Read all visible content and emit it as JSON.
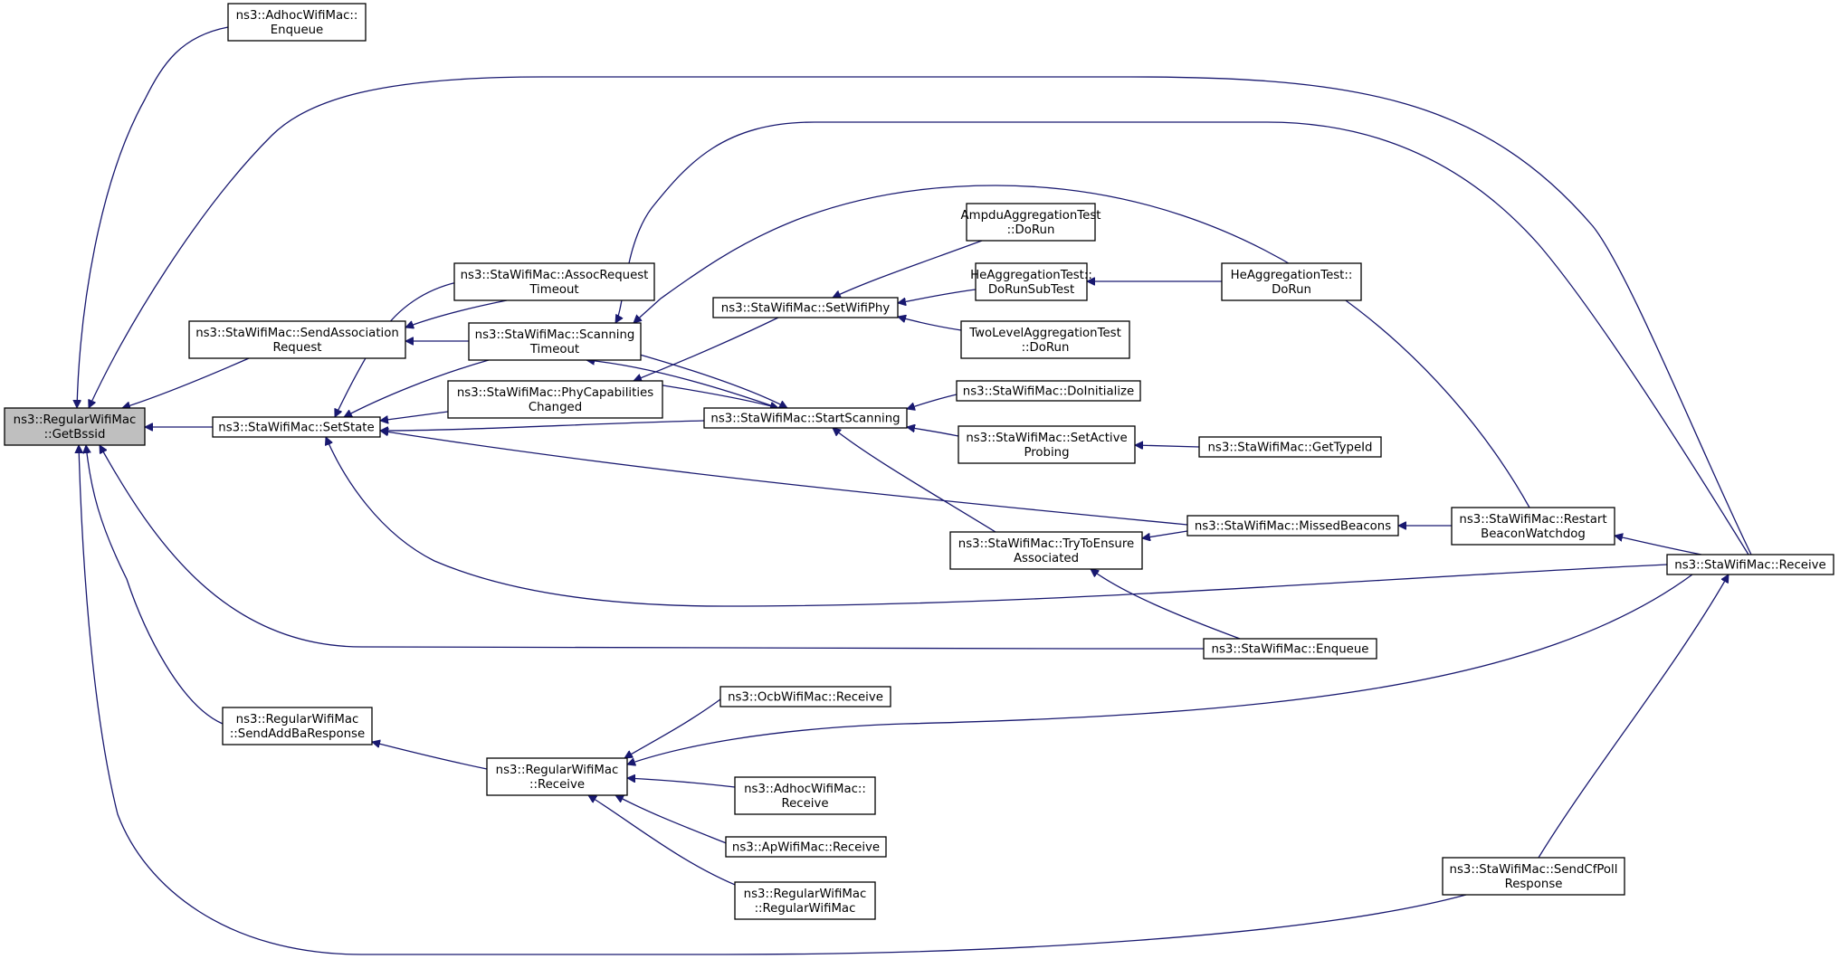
{
  "graph": {
    "nodes": [
      {
        "id": "getbssid",
        "lines": [
          "ns3::RegularWifiMac",
          "::GetBssid"
        ],
        "root": true
      },
      {
        "id": "adhoc-enqueue",
        "lines": [
          "ns3::AdhocWifiMac::",
          "Enqueue"
        ]
      },
      {
        "id": "send-assoc",
        "lines": [
          "ns3::StaWifiMac::SendAssociation",
          "Request"
        ]
      },
      {
        "id": "setstate",
        "lines": [
          "ns3::StaWifiMac::SetState"
        ]
      },
      {
        "id": "send-addba",
        "lines": [
          "ns3::RegularWifiMac",
          "::SendAddBaResponse"
        ]
      },
      {
        "id": "assoc-timeout",
        "lines": [
          "ns3::StaWifiMac::AssocRequest",
          "Timeout"
        ]
      },
      {
        "id": "scan-timeout",
        "lines": [
          "ns3::StaWifiMac::Scanning",
          "Timeout"
        ]
      },
      {
        "id": "phycap",
        "lines": [
          "ns3::StaWifiMac::PhyCapabilities",
          "Changed"
        ]
      },
      {
        "id": "rw-receive",
        "lines": [
          "ns3::RegularWifiMac",
          "::Receive"
        ]
      },
      {
        "id": "setwifiphy",
        "lines": [
          "ns3::StaWifiMac::SetWifiPhy"
        ]
      },
      {
        "id": "startscan",
        "lines": [
          "ns3::StaWifiMac::StartScanning"
        ]
      },
      {
        "id": "ampdu",
        "lines": [
          "AmpduAggregationTest",
          "::DoRun"
        ]
      },
      {
        "id": "heagg-sub",
        "lines": [
          "HeAggregationTest::",
          "DoRunSubTest"
        ]
      },
      {
        "id": "twolevel",
        "lines": [
          "TwoLevelAggregationTest",
          "::DoRun"
        ]
      },
      {
        "id": "doinit",
        "lines": [
          "ns3::StaWifiMac::DoInitialize"
        ]
      },
      {
        "id": "setactive",
        "lines": [
          "ns3::StaWifiMac::SetActive",
          "Probing"
        ]
      },
      {
        "id": "trytoensure",
        "lines": [
          "ns3::StaWifiMac::TryToEnsure",
          "Associated"
        ]
      },
      {
        "id": "ocb-receive",
        "lines": [
          "ns3::OcbWifiMac::Receive"
        ]
      },
      {
        "id": "adhoc-receive",
        "lines": [
          "ns3::AdhocWifiMac::",
          "Receive"
        ]
      },
      {
        "id": "ap-receive",
        "lines": [
          "ns3::ApWifiMac::Receive"
        ]
      },
      {
        "id": "rw-ctor",
        "lines": [
          "ns3::RegularWifiMac",
          "::RegularWifiMac"
        ]
      },
      {
        "id": "heagg-run",
        "lines": [
          "HeAggregationTest::",
          "DoRun"
        ]
      },
      {
        "id": "gettypeid",
        "lines": [
          "ns3::StaWifiMac::GetTypeId"
        ]
      },
      {
        "id": "missed",
        "lines": [
          "ns3::StaWifiMac::MissedBeacons"
        ]
      },
      {
        "id": "sta-enqueue",
        "lines": [
          "ns3::StaWifiMac::Enqueue"
        ]
      },
      {
        "id": "restart",
        "lines": [
          "ns3::StaWifiMac::Restart",
          "BeaconWatchdog"
        ]
      },
      {
        "id": "sta-receive",
        "lines": [
          "ns3::StaWifiMac::Receive"
        ]
      },
      {
        "id": "cfpoll",
        "lines": [
          "ns3::StaWifiMac::SendCfPoll",
          "Response"
        ]
      }
    ],
    "edges": [
      {
        "from": "adhoc-enqueue",
        "to": "getbssid"
      },
      {
        "from": "sta-receive",
        "to": "getbssid"
      },
      {
        "from": "send-assoc",
        "to": "getbssid"
      },
      {
        "from": "setstate",
        "to": "getbssid"
      },
      {
        "from": "sta-enqueue",
        "to": "getbssid"
      },
      {
        "from": "send-addba",
        "to": "getbssid"
      },
      {
        "from": "cfpoll",
        "to": "getbssid"
      },
      {
        "from": "assoc-timeout",
        "to": "send-assoc"
      },
      {
        "from": "scan-timeout",
        "to": "send-assoc"
      },
      {
        "from": "assoc-timeout",
        "to": "setstate"
      },
      {
        "from": "scan-timeout",
        "to": "setstate"
      },
      {
        "from": "phycap",
        "to": "setstate"
      },
      {
        "from": "startscan",
        "to": "setstate"
      },
      {
        "from": "missed",
        "to": "setstate"
      },
      {
        "from": "sta-receive",
        "to": "setstate"
      },
      {
        "from": "sta-receive",
        "to": "scan-timeout"
      },
      {
        "from": "restart",
        "to": "scan-timeout"
      },
      {
        "from": "startscan",
        "to": "scan-timeout"
      },
      {
        "from": "setwifiphy",
        "to": "phycap"
      },
      {
        "from": "ampdu",
        "to": "setwifiphy"
      },
      {
        "from": "heagg-sub",
        "to": "setwifiphy"
      },
      {
        "from": "twolevel",
        "to": "setwifiphy"
      },
      {
        "from": "heagg-run",
        "to": "heagg-sub"
      },
      {
        "from": "scan-timeout",
        "to": "startscan"
      },
      {
        "from": "phycap",
        "to": "startscan"
      },
      {
        "from": "doinit",
        "to": "startscan"
      },
      {
        "from": "setactive",
        "to": "startscan"
      },
      {
        "from": "trytoensure",
        "to": "startscan"
      },
      {
        "from": "gettypeid",
        "to": "setactive"
      },
      {
        "from": "missed",
        "to": "trytoensure"
      },
      {
        "from": "sta-enqueue",
        "to": "trytoensure"
      },
      {
        "from": "restart",
        "to": "missed"
      },
      {
        "from": "sta-receive",
        "to": "restart"
      },
      {
        "from": "rw-receive",
        "to": "send-addba"
      },
      {
        "from": "ocb-receive",
        "to": "rw-receive"
      },
      {
        "from": "adhoc-receive",
        "to": "rw-receive"
      },
      {
        "from": "ap-receive",
        "to": "rw-receive"
      },
      {
        "from": "rw-ctor",
        "to": "rw-receive"
      },
      {
        "from": "sta-receive",
        "to": "rw-receive"
      },
      {
        "from": "cfpoll",
        "to": "sta-receive"
      }
    ]
  }
}
